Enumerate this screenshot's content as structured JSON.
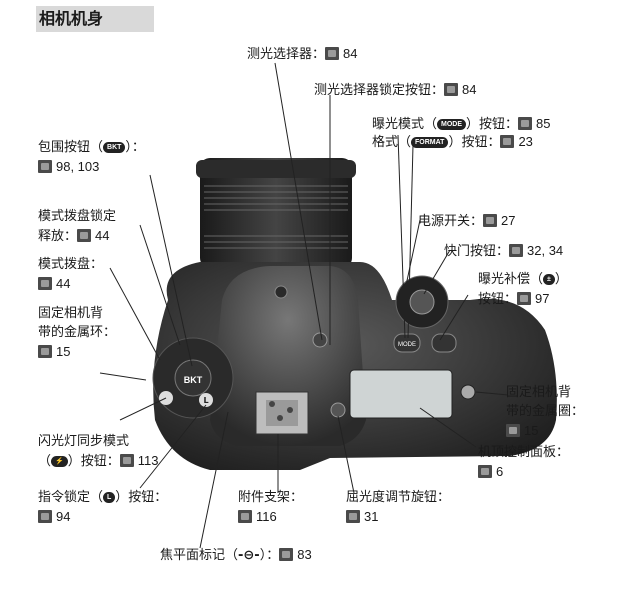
{
  "page": {
    "title": "相机机身"
  },
  "labels": {
    "metering_selector": {
      "text": "测光选择器：",
      "page": "84"
    },
    "metering_lock": {
      "text": "测光选择器锁定按钮：",
      "page": "84"
    },
    "exposure_mode": {
      "line1": "曝光模式（",
      "icon": "MODE",
      "line1b": "）按钮：",
      "page": "85"
    },
    "format": {
      "line1": "格式（",
      "icon": "FORMAT",
      "line1b": "）按钮：",
      "page": "23"
    },
    "bracketing": {
      "line1": "包围按钮（",
      "icon": "BKT",
      "line1b": "）：",
      "page": "98, 103"
    },
    "mode_dial_lock": {
      "line1": "模式拨盘锁定",
      "line2": "释放：",
      "page": "44"
    },
    "mode_dial": {
      "line1": "模式拨盘：",
      "page": "44"
    },
    "strap_eyelet_left": {
      "line1": "固定相机背",
      "line2": "带的金属环：",
      "page": "15"
    },
    "flash_sync": {
      "line1": "闪光灯同步模式",
      "line2a": "（",
      "icon": "⚡",
      "line2b": "）按钮：",
      "page": "113"
    },
    "command_lock": {
      "line1": "指令锁定（",
      "icon": "L",
      "line1b": "）按钮：",
      "page": "94"
    },
    "focal_plane": {
      "line1": "焦平面标记（",
      "icon": "-⊖-",
      "line1b": "）：",
      "page": "83"
    },
    "accessory_shoe": {
      "line1": "附件支架：",
      "page": "116"
    },
    "dof_preview": {
      "line1": "屈光度调节旋钮：",
      "page": "31"
    },
    "control_panel": {
      "line1": "机顶控制面板：",
      "page": "6"
    },
    "strap_eyelet_right": {
      "line1": "固定相机背",
      "line2": "带的金属圈：",
      "page": "15"
    },
    "exposure_comp": {
      "line1": "曝光补偿（",
      "icon": "±",
      "line1b": "）",
      "line2": "按钮：",
      "page": "97"
    },
    "shutter": {
      "line1": "快门按钮：",
      "page": "32, 34"
    },
    "power": {
      "line1": "电源开关：",
      "page": "27"
    }
  },
  "camera": {
    "dial_label": "BKT",
    "mode_label": "MODE",
    "lock_label": "L"
  }
}
